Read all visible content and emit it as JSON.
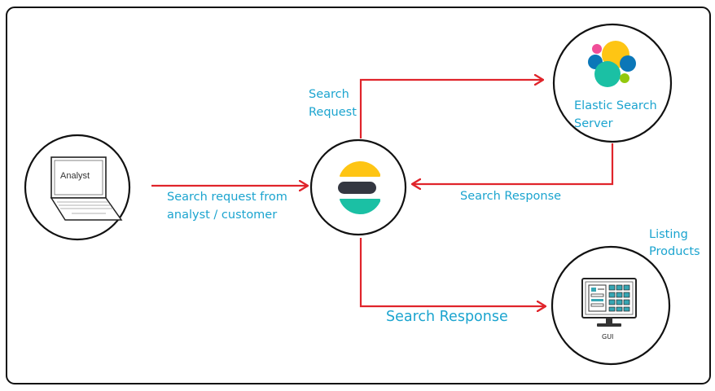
{
  "labels": {
    "analyst_screen": "Analyst",
    "request_from_analyst": [
      "Search request from",
      "analyst / customer"
    ],
    "search_request": [
      "Search",
      "Request"
    ],
    "elastic_server": [
      "Elastic Search",
      "Server"
    ],
    "search_response_upper": "Search Response",
    "search_response_lower": "Search Response",
    "listing_products": [
      "Listing",
      "Products"
    ],
    "gui_caption": "GUI"
  },
  "colors": {
    "arrow": "#e0242b",
    "label": "#1ba4cf",
    "outline": "#111111",
    "elastic_yellow": "#fec514",
    "elastic_dark": "#343741",
    "elastic_teal": "#1bc0a4",
    "elastic_pink": "#f04e98",
    "elastic_blue": "#0b77b8",
    "elastic_lime": "#93c90e",
    "gui_teal": "#37a6b4"
  },
  "icons": [
    "laptop-icon",
    "elastic-logo-icon",
    "elasticsearch-logo-icon",
    "gui-monitor-icon"
  ]
}
